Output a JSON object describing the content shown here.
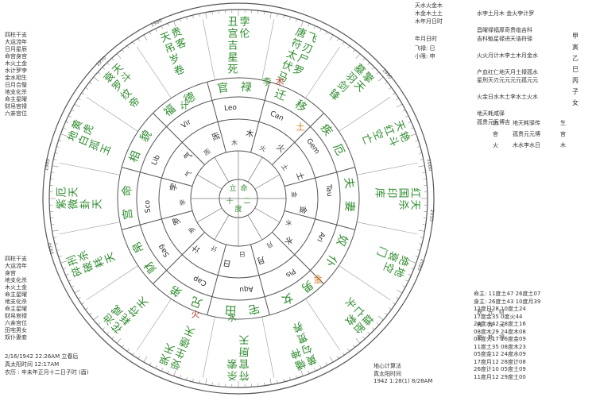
{
  "colors": {
    "green": "#2e8b2e",
    "dark": "#2a2a2a",
    "red": "#c0392b",
    "orange": "#d67a1a",
    "line": "#555555"
  },
  "outer_houses": [
    {
      "chars": [
        "丑",
        "宫",
        "吉",
        "星",
        "死"
      ],
      "col2": [
        "孛",
        "伦"
      ]
    },
    {
      "chars": [
        "唐",
        "符",
        "太",
        "伏",
        "马"
      ],
      "col2": [
        "飞",
        "刃",
        "尸",
        "罗"
      ]
    },
    {
      "chars": [
        "墓",
        "羽",
        "剑",
        "锋"
      ],
      "col2": [
        "擎",
        "天"
      ]
    },
    {
      "chars": [
        "天",
        "红",
        "空",
        "亡"
      ],
      "col2": [
        "艳",
        "斗"
      ]
    },
    {
      "chars": [
        "红",
        "国",
        "印",
        "库"
      ],
      "col2": [
        "天",
        "杀"
      ]
    },
    {
      "chars": [
        "绝",
        "衰",
        "门"
      ],
      "col2": [
        "地",
        "空"
      ]
    },
    {
      "chars": [
        "雄",
        "亡",
        "头"
      ],
      "col2": [
        "胎",
        "救"
      ]
    },
    {
      "chars": [
        "黄",
        "勾",
        "贯",
        "养"
      ],
      "col2": [
        "幡",
        "神"
      ]
    },
    {
      "chars": [
        "符",
        "官",
        "厨",
        "天"
      ],
      "col2": [
        "杀",
        "索"
      ]
    },
    {
      "chars": [
        "受",
        "生",
        "德",
        "天"
      ],
      "col2": [
        "哭",
        "天"
      ]
    },
    {
      "chars": [
        "花",
        "耗",
        "符",
        "天"
      ],
      "col2": [
        "池",
        "咸"
      ]
    },
    {
      "chars": [
        "碎",
        "破",
        "耗",
        "天"
      ],
      "col2": [
        "刑",
        "杀"
      ]
    },
    {
      "chars": [
        "紫",
        "微",
        "卦",
        "天"
      ],
      "col2": [
        "厄",
        "天"
      ]
    },
    {
      "chars": [
        "地",
        "白",
        "孤",
        "玉"
      ],
      "col2": [
        "黄",
        "虎"
      ]
    },
    {
      "chars": [
        "衰",
        "罗",
        "纹",
        "帝"
      ],
      "col2": [
        "天",
        "斗"
      ]
    },
    {
      "chars": [
        "天",
        "吊",
        "岁",
        "卷"
      ],
      "col2": [
        "贵",
        "客"
      ]
    }
  ],
  "middle_houses": [
    {
      "chars": [
        "官",
        "禄"
      ]
    },
    {
      "chars": [
        "迁",
        "移"
      ]
    },
    {
      "chars": [
        "疾",
        "厄"
      ]
    },
    {
      "chars": [
        "夫",
        "妻"
      ]
    },
    {
      "chars": [
        "奴",
        "仆"
      ]
    },
    {
      "chars": [
        "男",
        "女"
      ]
    },
    {
      "chars": [
        "宅",
        "田"
      ]
    },
    {
      "chars": [
        "兄",
        "弟"
      ]
    },
    {
      "chars": [
        "财",
        "帛"
      ]
    },
    {
      "chars": [
        "宫",
        "命"
      ]
    },
    {
      "chars": [
        "相",
        "貌"
      ]
    },
    {
      "chars": [
        "福",
        "德"
      ]
    }
  ],
  "signs": [
    "Leo",
    "Can",
    "Gem",
    "Tau",
    "Ari",
    "Pis",
    "Aqu",
    "Cap",
    "Sag",
    "Sco",
    "Lib",
    "Vir"
  ],
  "inner_stars": [
    "木",
    "火",
    "土",
    "金",
    "水",
    "月",
    "日",
    "计",
    "罗",
    "孛",
    "气",
    "炁"
  ],
  "center": {
    "top": [
      "立",
      "命"
    ],
    "left": [
      "十",
      "二"
    ],
    "bottom": [
      "度"
    ]
  },
  "degree_labels": [
    "1970",
    "1980",
    "1990",
    "2000",
    "2010",
    "2020",
    "1960",
    "1950"
  ],
  "star_marks": [
    {
      "label": "李",
      "color": "#2e8b2e"
    },
    {
      "label": "木",
      "color": "#c0392b"
    },
    {
      "label": "土",
      "color": "#d67a1a"
    },
    {
      "label": "火",
      "color": "#c0392b"
    },
    {
      "label": "水",
      "color": "#2e8b2e"
    },
    {
      "label": "金",
      "color": "#d67a1a"
    },
    {
      "label": "计",
      "color": "#2e8b2e"
    }
  ],
  "left_top_list": [
    "四柱干支",
    "大运流年",
    "日月星辰",
    "命宫身宫",
    "木火土金",
    "水计罗孛",
    "金水相生",
    "日月合璧",
    "地支化杀",
    "命主星曜",
    "财帛官禄",
    "六亲宫位"
  ],
  "left_bottom_list": [
    "四柱干支",
    "大运流年",
    "身宫",
    "地支化杀",
    "木火土金",
    "命主星曜",
    "地支化杀",
    "命主星曜",
    "财帛官禄",
    "六亲宫位",
    "田宅男女",
    "奴仆妻妾"
  ],
  "bottom_left_info": [
    "2/16/1942 22:26AM 立春后",
    "真太阳时间 12:17AM",
    "农历 : 辛未年正月十二日子时 (酉)"
  ],
  "bottom_center": [
    "地心计算法",
    "真太阳时间",
    "1942  1:28(1)  8/28AM"
  ],
  "right_panel": {
    "top_lines": [
      "天水火金木",
      "木金木土土",
      "木年月日时"
    ],
    "labels": [
      "年月日时",
      "飞禄: 巳",
      "小限: 申"
    ],
    "right_rows": [
      "水孛土月木  金火孛计罗",
      "",
      "昌曜禄福厚奇贵临吉科",
      "吉科魁星禄进天诰符驿",
      "",
      "火火月计木李土木月金水",
      "",
      "产血红仁地天月土禄孤水",
      "星刑天刃元元元元孤元元",
      "",
      "火金日水木土李水土火水",
      "",
      "地天耗咸驿",
      "孤贵元元博吉"
    ],
    "right_col": [
      "甲",
      "寅",
      "乙",
      "巳",
      "丙",
      "子",
      "女"
    ],
    "table": [
      {
        "a": "伤",
        "b": "地天耗驿传",
        "c": "生"
      },
      {
        "a": "官",
        "b": "孤贵元元博",
        "c": "官"
      },
      {
        "a": "火",
        "b": "木水李水日",
        "c": "木"
      }
    ]
  },
  "bottom_right_table": [
    "命主:  11度土47    26度土07",
    "身主:  26度土43    10度月39",
    "        12度日28    10度土24",
    "        17度金35    0度火44",
    "        24度水42    28度土16",
    "        08度木29    24度木08",
    "        08度火17    26度金09",
    "        11度土35    08度木23",
    "        05度金12    24度水09",
    "        17度月12    28度计08",
    "        26度计10    05度土09",
    "        11度月12    29度土00"
  ],
  "mid_marks": [
    "辰",
    "元",
    "财",
    "耗",
    "库",
    "元",
    "官",
    "耗",
    "禄"
  ]
}
